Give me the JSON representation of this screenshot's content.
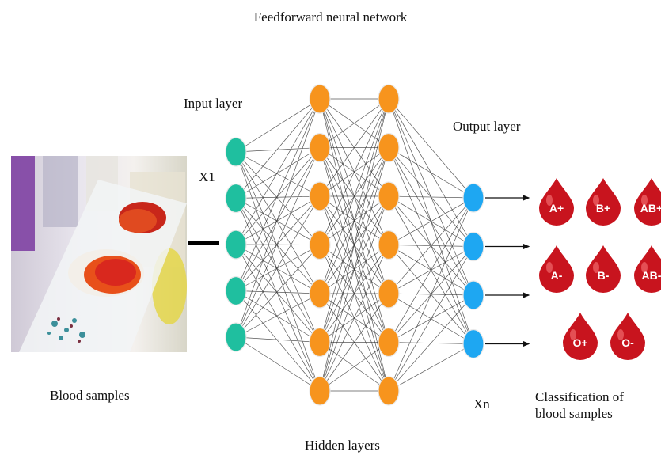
{
  "title": "Feedforward neural network",
  "labels": {
    "input_layer": "Input layer",
    "x1": "X1",
    "output_layer": "Output layer",
    "xn": "Xn",
    "hidden_layers": "Hidden layers",
    "blood_samples": "Blood samples",
    "classification_line1": "Classification of",
    "classification_line2": "blood samples"
  },
  "network": {
    "input_nodes": 5,
    "hidden_layers": 2,
    "hidden_nodes_per_layer": 7,
    "output_nodes": 4
  },
  "blood_types": [
    "A+",
    "B+",
    "AB+",
    "A-",
    "B-",
    "AB-",
    "O+",
    "O-"
  ],
  "colors": {
    "input_node": "#1fbf9f",
    "hidden_node": "#f7941d",
    "output_node": "#1ea7f2",
    "drop": "#c8141e",
    "edge": "#3a3a3a"
  }
}
